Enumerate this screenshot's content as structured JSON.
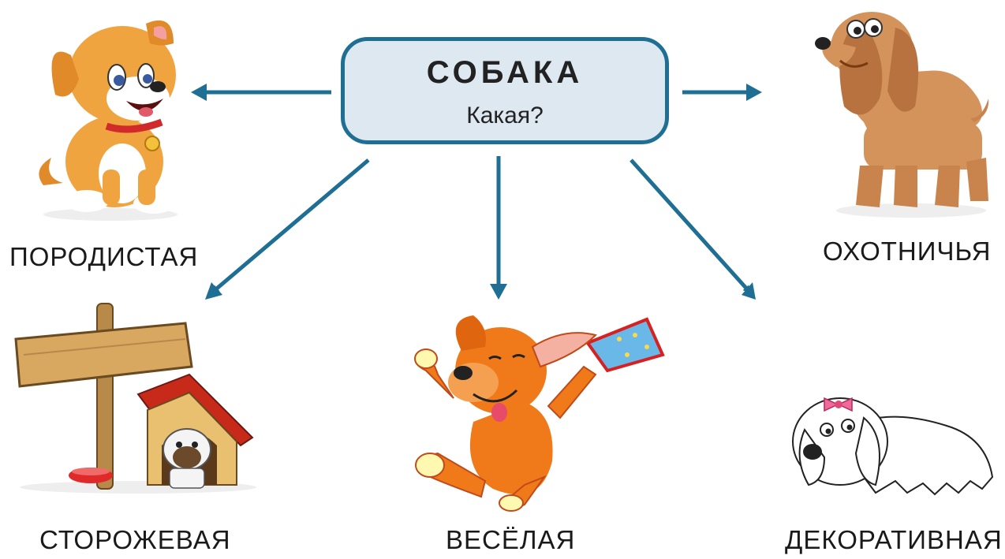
{
  "center": {
    "title": "СОБАКА",
    "question": "Какая?"
  },
  "labels": {
    "pedigree": "ПОРОДИСТАЯ",
    "hunting": "ОХОТНИЧЬЯ",
    "guard": "СТОРОЖЕВАЯ",
    "cheerful": "ВЕСЁЛАЯ",
    "decorative": "ДЕКОРАТИВНАЯ"
  },
  "colors": {
    "arrow": "#1f6f94",
    "box_fill": "#dde8f1",
    "box_border": "#1f6f94"
  }
}
